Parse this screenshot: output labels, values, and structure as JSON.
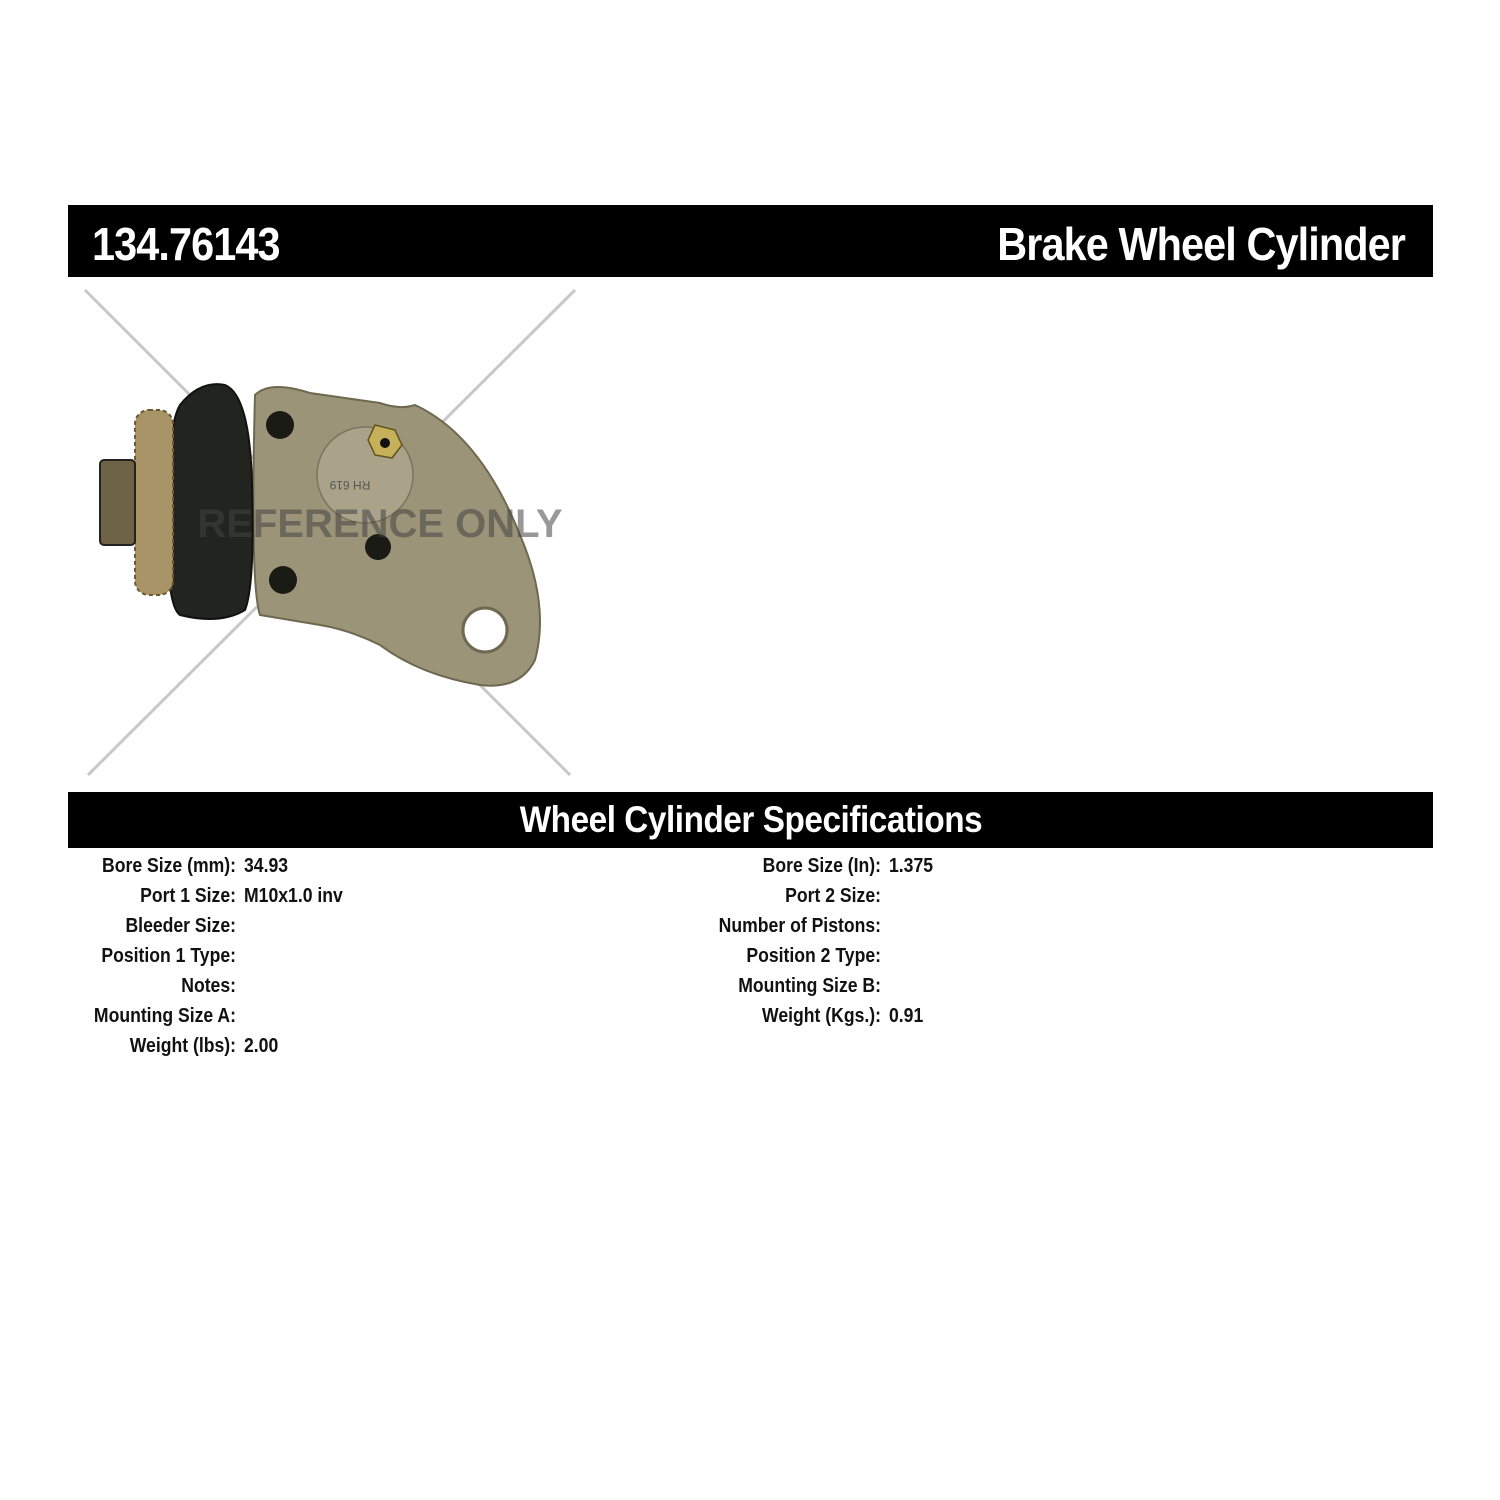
{
  "header": {
    "part_number": "134.76143",
    "product_title": "Brake Wheel Cylinder"
  },
  "image": {
    "watermark": "REFERENCE ONLY",
    "casting_mark": "RH 619"
  },
  "specs": {
    "title": "Wheel Cylinder Specifications",
    "left": [
      {
        "label": "Bore Size (mm):",
        "value": "34.93"
      },
      {
        "label": "Port 1 Size:",
        "value": "M10x1.0 inv"
      },
      {
        "label": "Bleeder Size:",
        "value": ""
      },
      {
        "label": "Position 1 Type:",
        "value": ""
      },
      {
        "label": "Notes:",
        "value": ""
      },
      {
        "label": "Mounting Size A:",
        "value": ""
      },
      {
        "label": "Weight (lbs):",
        "value": "2.00"
      }
    ],
    "right": [
      {
        "label": "Bore Size (In):",
        "value": "1.375"
      },
      {
        "label": "Port 2 Size:",
        "value": ""
      },
      {
        "label": "Number of Pistons:",
        "value": ""
      },
      {
        "label": "Position 2 Type:",
        "value": ""
      },
      {
        "label": "Mounting Size B:",
        "value": ""
      },
      {
        "label": "Weight (Kgs.):",
        "value": "0.91"
      }
    ]
  }
}
